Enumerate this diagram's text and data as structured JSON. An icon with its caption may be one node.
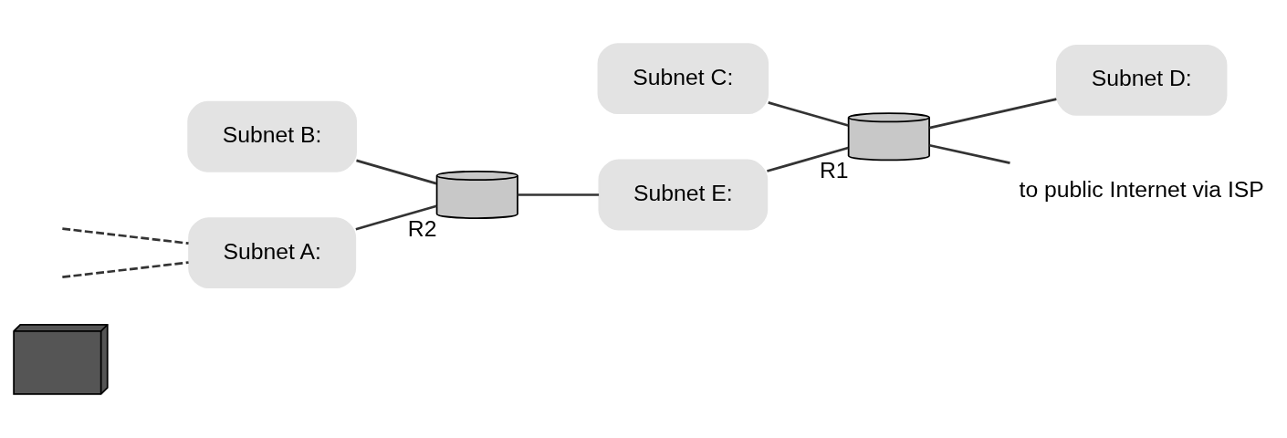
{
  "diagram": {
    "nodes": [
      {
        "text": [],
        "shape": "picture"
      },
      {
        "text": [
          "Subnet A:"
        ]
      },
      {
        "text": [
          "Subnet B:"
        ]
      },
      {
        "text": [],
        "shape": "cylinder",
        "beside": [
          "R2"
        ]
      },
      {
        "text": [
          "Subnet E:"
        ]
      },
      {
        "text": [
          "Subnet C:"
        ]
      },
      {
        "text": [],
        "shape": "cylinder",
        "beside": [
          "R1"
        ]
      },
      {
        "text": [
          "Subnet D:"
        ]
      },
      {
        "text": [
          "to public Internet via ISP"
        ]
      }
    ],
    "edges": [
      {
        "from": null,
        "to": 1,
        "arrow": "none",
        "style": "dashed"
      },
      {
        "from": null,
        "to": 1,
        "arrow": "none",
        "style": "dashed"
      },
      {
        "from": 1,
        "to": 3,
        "arrow": "none"
      },
      {
        "from": 2,
        "to": 3,
        "arrow": "none"
      },
      {
        "from": 3,
        "to": 4,
        "arrow": "none"
      },
      {
        "from": 4,
        "to": 6,
        "arrow": "none"
      },
      {
        "from": 5,
        "to": 6,
        "arrow": "none"
      },
      {
        "from": 6,
        "to": 7,
        "arrow": "none"
      },
      {
        "from": 6,
        "to": 8,
        "arrow": "none"
      }
    ]
  }
}
